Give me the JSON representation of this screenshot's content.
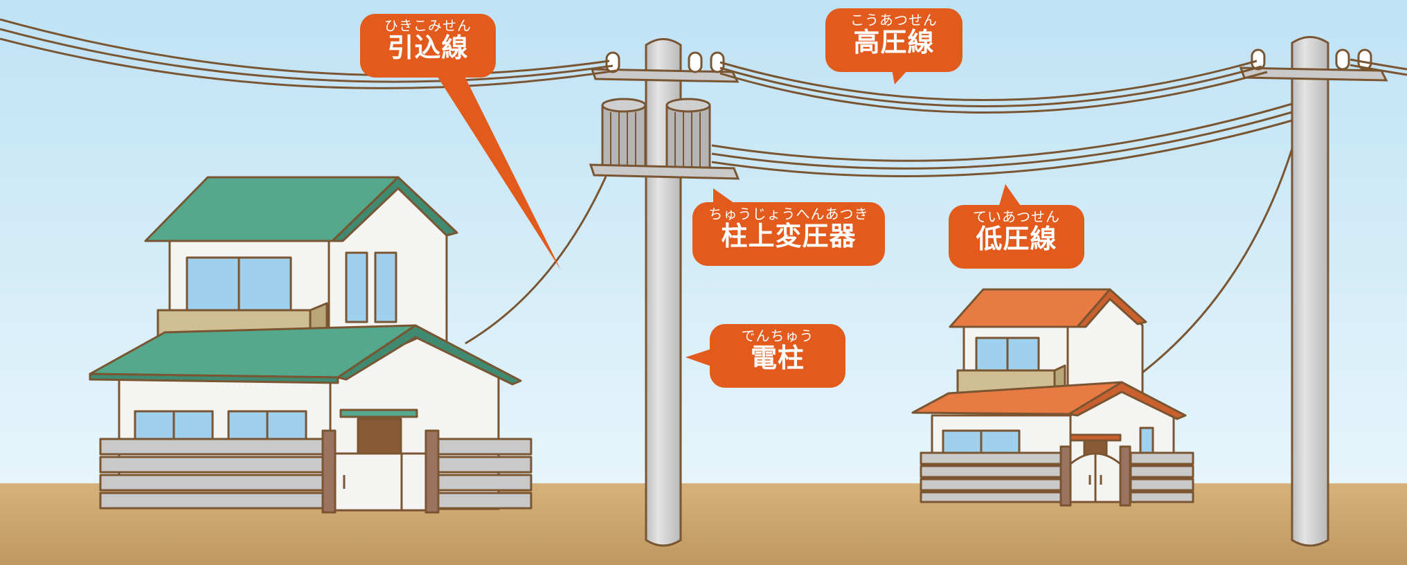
{
  "colors": {
    "sky_top": "#bfe2f5",
    "sky_bottom": "#e4f4fb",
    "ground": "#c9a570",
    "callout": "#e25a1c",
    "outline": "#7a5532",
    "green_roof": "#54a88c",
    "orange_roof": "#e87b44",
    "pole": "#d4d4d4"
  },
  "labels": {
    "service_drop": {
      "ruby": "ひきこみせん",
      "name": "引込線"
    },
    "high_voltage": {
      "ruby": "こうあつせん",
      "name": "高圧線"
    },
    "transformer": {
      "ruby": "ちゅうじょうへんあつき",
      "name": "柱上変圧器"
    },
    "low_voltage": {
      "ruby": "ていあつせん",
      "name": "低圧線"
    },
    "utility_pole": {
      "ruby": "でんちゅう",
      "name": "電柱"
    }
  }
}
